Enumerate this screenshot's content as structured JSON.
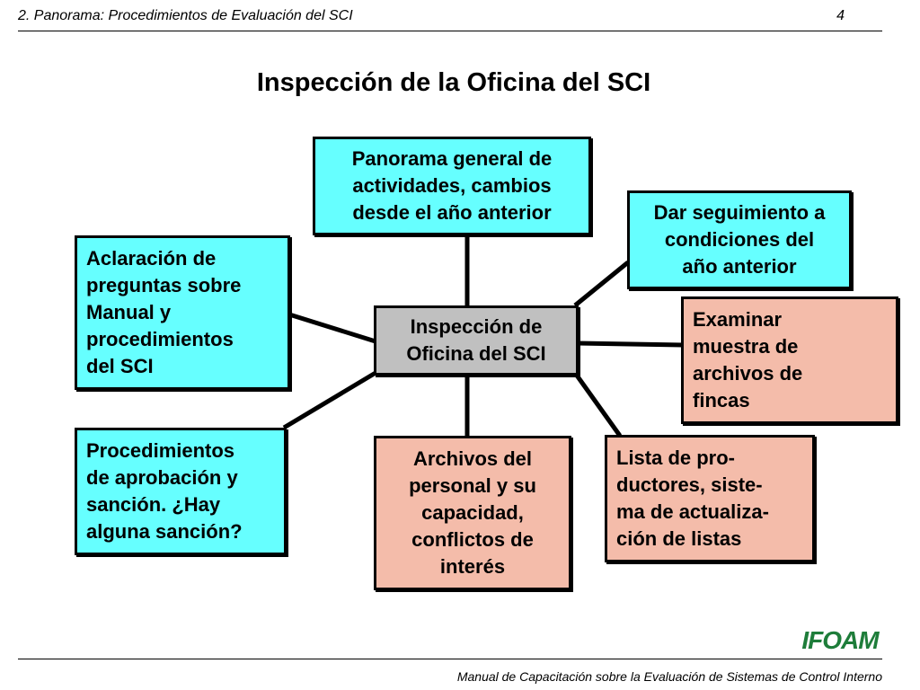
{
  "header": {
    "left_text": "2. Panorama: Procedimientos de Evaluación del SCI",
    "page_number": "4"
  },
  "title": "Inspección de la Oficina del SCI",
  "diagram": {
    "center": "Inspección de\nOficina del SCI",
    "nodes": [
      {
        "id": "top",
        "text": "Panorama general de\nactividades, cambios\ndesde el año anterior",
        "color": "#66ffff"
      },
      {
        "id": "top-right",
        "text": "Dar seguimiento a\ncondiciones del\naño anterior",
        "color": "#66ffff"
      },
      {
        "id": "right",
        "text": "Examinar\nmuestra de\narchivos de\nfincas",
        "color": "#f4bcaa"
      },
      {
        "id": "bottom-right",
        "text": "Lista de pro-\nductores, siste-\nma de actualiza-\nción de listas",
        "color": "#f4bcaa"
      },
      {
        "id": "bottom",
        "text": "Archivos del\npersonal y su\ncapacidad,\nconflictos de\ninterés",
        "color": "#f4bcaa"
      },
      {
        "id": "bottom-left",
        "text": "Procedimientos\nde aprobación y\nsanción. ¿Hay\nalguna sanción?",
        "color": "#66ffff"
      },
      {
        "id": "left",
        "text": "Aclaración de\npreguntas sobre\nManual y\nprocedimientos\ndel SCI",
        "color": "#66ffff"
      }
    ],
    "center_color": "#c0c0c0"
  },
  "logo_icon": "ifoam-logo",
  "logo_text": "IFOAM",
  "footer": {
    "text": "Manual de Capacitación sobre la Evaluación de Sistemas de Control Interno"
  }
}
